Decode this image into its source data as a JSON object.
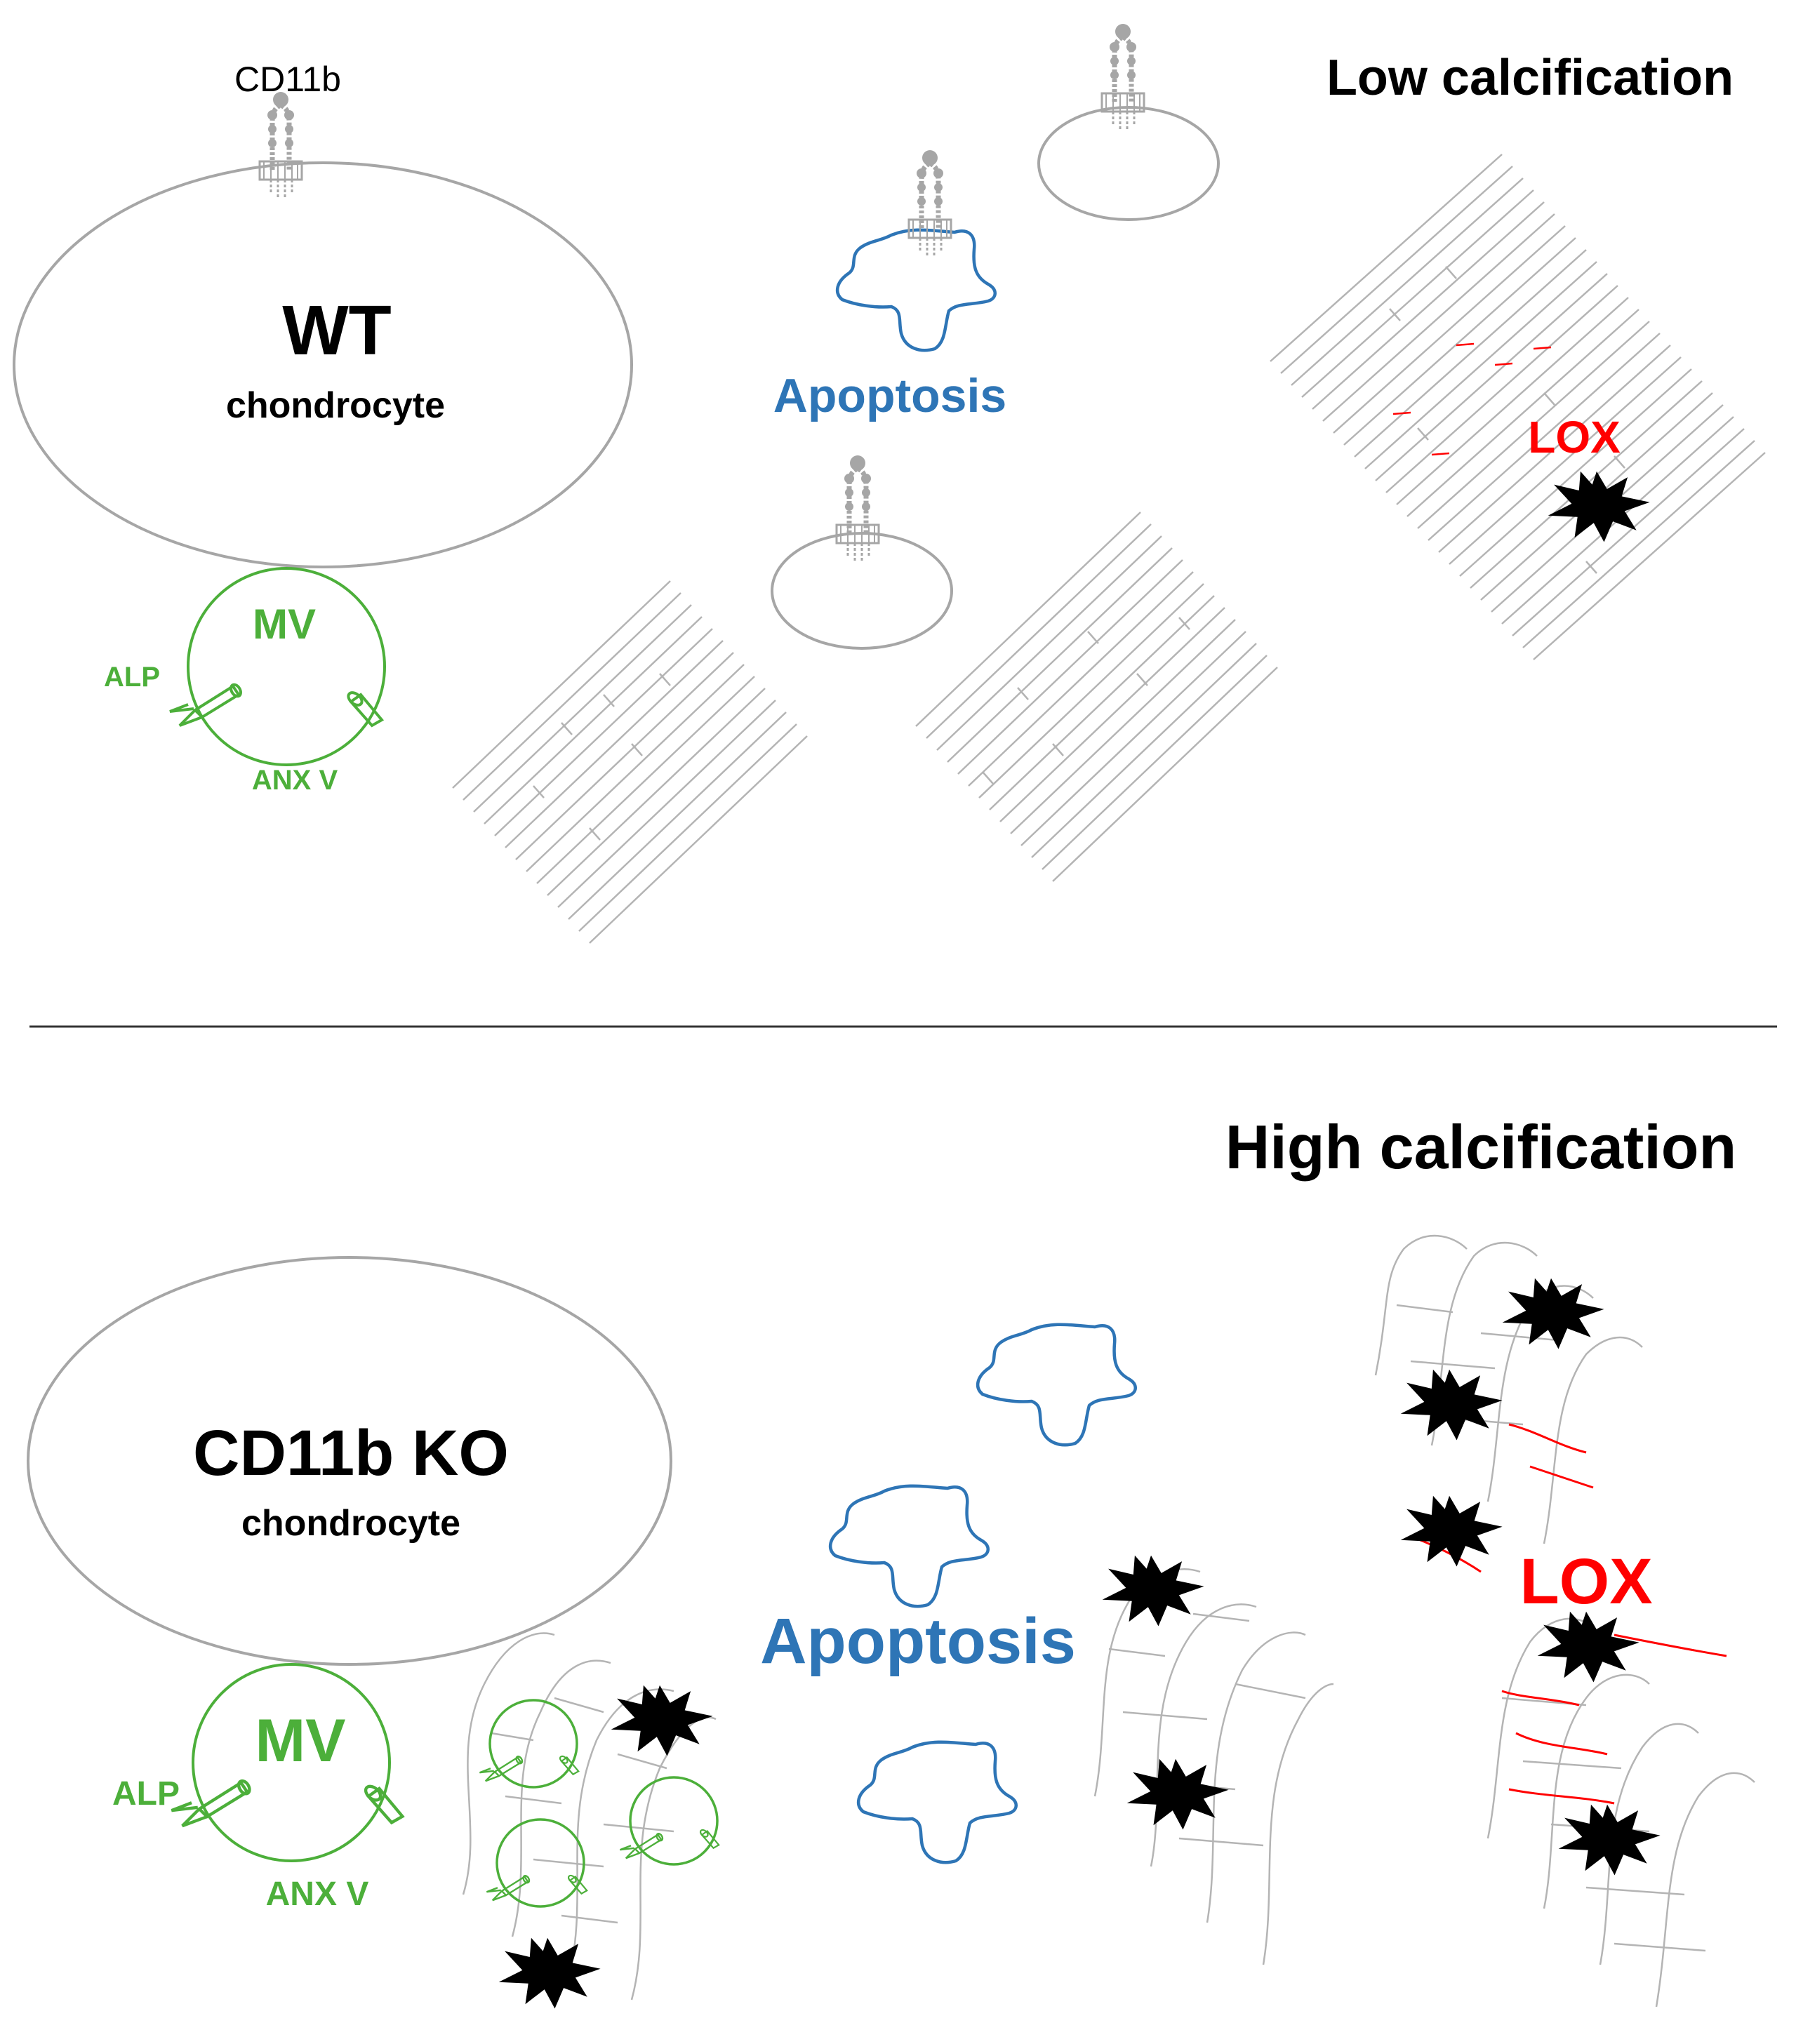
{
  "colors": {
    "cell_outline": "#a6a6a6",
    "apoptosis": "#2e75b6",
    "vesicle": "#4caf3a",
    "lox": "#ff0000",
    "fiber": "#b4b4b4",
    "crystal": "#000000",
    "text": "#000000"
  },
  "top_panel": {
    "condition": "Low calcification",
    "receptor_label": "CD11b",
    "cell_title": "WT",
    "cell_subtitle": "chondrocyte",
    "vesicle_label": "MV",
    "alp_label": "ALP",
    "anx_label": "ANX V",
    "apoptosis_label": "Apoptosis",
    "lox_label": "LOX"
  },
  "bottom_panel": {
    "condition": "High calcification",
    "cell_title": "CD11b KO",
    "cell_subtitle": "chondrocyte",
    "vesicle_label": "MV",
    "alp_label": "ALP",
    "anx_label": "ANX V",
    "apoptosis_label": "Apoptosis",
    "lox_label": "LOX"
  }
}
